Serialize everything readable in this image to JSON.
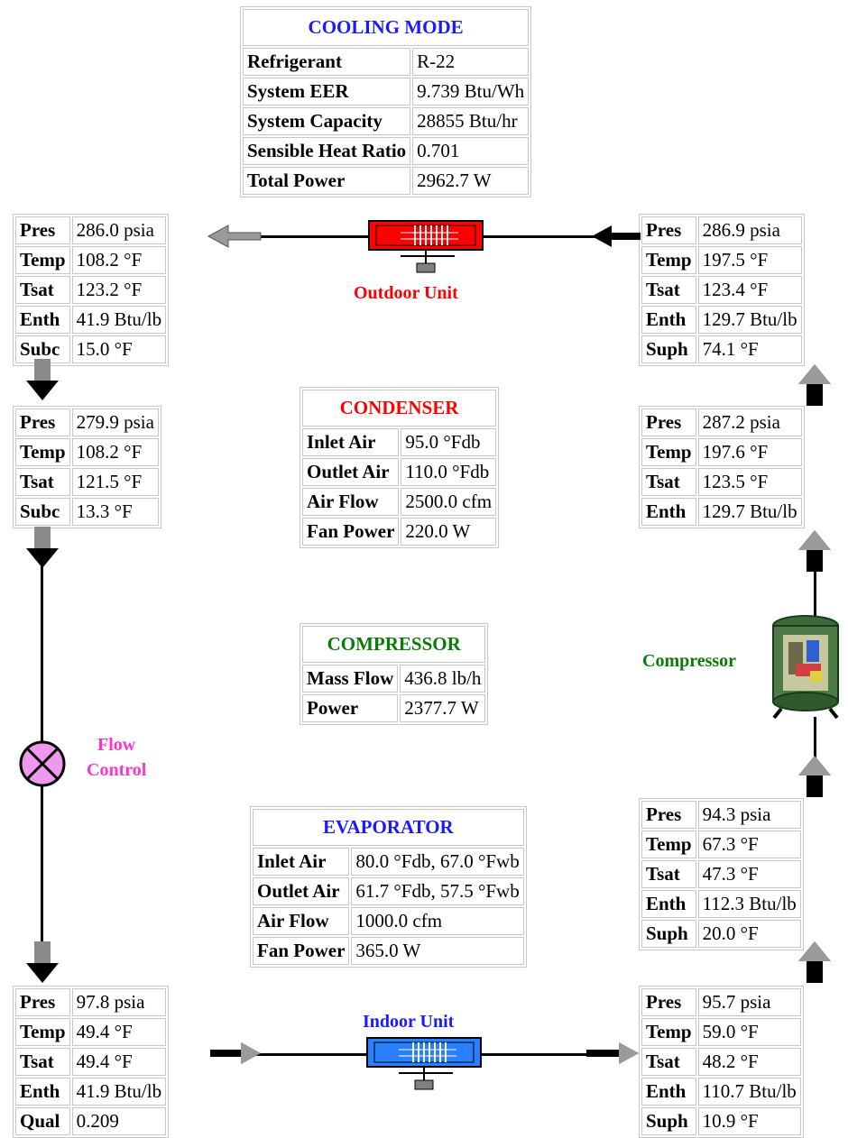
{
  "colors": {
    "cooling": "#1a1aff",
    "condenser": "#ff0000",
    "compressor": "#0a7a0a",
    "evaporator": "#1a1aff",
    "outdoor": "#ff0000",
    "indoor": "#1a1aff",
    "flow": "#ff33cc"
  },
  "summary": {
    "title": "COOLING MODE",
    "rows": [
      {
        "k": "Refrigerant",
        "v": "R-22"
      },
      {
        "k": "System EER",
        "v": "9.739 Btu/Wh"
      },
      {
        "k": "System Capacity",
        "v": "28855 Btu/hr"
      },
      {
        "k": "Sensible Heat Ratio",
        "v": "0.701"
      },
      {
        "k": "Total Power",
        "v": "2962.7 W"
      }
    ]
  },
  "condenser": {
    "title": "CONDENSER",
    "rows": [
      {
        "k": "Inlet Air",
        "v": "95.0 °Fdb"
      },
      {
        "k": "Outlet Air",
        "v": "110.0 °Fdb"
      },
      {
        "k": "Air Flow",
        "v": "2500.0 cfm"
      },
      {
        "k": "Fan Power",
        "v": "220.0 W"
      }
    ]
  },
  "compressor": {
    "title": "COMPRESSOR",
    "rows": [
      {
        "k": "Mass Flow",
        "v": "436.8 lb/h"
      },
      {
        "k": "Power",
        "v": "2377.7 W"
      }
    ]
  },
  "evaporator": {
    "title": "EVAPORATOR",
    "rows": [
      {
        "k": "Inlet Air",
        "v": "80.0 °Fdb, 67.0 °Fwb"
      },
      {
        "k": "Outlet Air",
        "v": "61.7 °Fdb, 57.5 °Fwb"
      },
      {
        "k": "Air Flow",
        "v": "1000.0 cfm"
      },
      {
        "k": "Fan Power",
        "v": "365.0 W"
      }
    ]
  },
  "states": {
    "cond_out": [
      {
        "k": "Pres",
        "v": "286.0 psia"
      },
      {
        "k": "Temp",
        "v": "108.2 °F"
      },
      {
        "k": "Tsat",
        "v": "123.2 °F"
      },
      {
        "k": "Enth",
        "v": "41.9 Btu/lb"
      },
      {
        "k": "Subc",
        "v": "15.0 °F"
      }
    ],
    "liquid_line": [
      {
        "k": "Pres",
        "v": "279.9 psia"
      },
      {
        "k": "Temp",
        "v": "108.2 °F"
      },
      {
        "k": "Tsat",
        "v": "121.5 °F"
      },
      {
        "k": "Subc",
        "v": "13.3 °F"
      }
    ],
    "evap_in": [
      {
        "k": "Pres",
        "v": "97.8 psia"
      },
      {
        "k": "Temp",
        "v": "49.4 °F"
      },
      {
        "k": "Tsat",
        "v": "49.4 °F"
      },
      {
        "k": "Enth",
        "v": "41.9 Btu/lb"
      },
      {
        "k": "Qual",
        "v": "0.209"
      }
    ],
    "cond_in": [
      {
        "k": "Pres",
        "v": "286.9 psia"
      },
      {
        "k": "Temp",
        "v": "197.5 °F"
      },
      {
        "k": "Tsat",
        "v": "123.4 °F"
      },
      {
        "k": "Enth",
        "v": "129.7 Btu/lb"
      },
      {
        "k": "Suph",
        "v": "74.1 °F"
      }
    ],
    "disch_line": [
      {
        "k": "Pres",
        "v": "287.2 psia"
      },
      {
        "k": "Temp",
        "v": "197.6 °F"
      },
      {
        "k": "Tsat",
        "v": "123.5 °F"
      },
      {
        "k": "Enth",
        "v": "129.7 Btu/lb"
      }
    ],
    "suction": [
      {
        "k": "Pres",
        "v": "94.3 psia"
      },
      {
        "k": "Temp",
        "v": "67.3 °F"
      },
      {
        "k": "Tsat",
        "v": "47.3 °F"
      },
      {
        "k": "Enth",
        "v": "112.3 Btu/lb"
      },
      {
        "k": "Suph",
        "v": "20.0 °F"
      }
    ],
    "evap_out": [
      {
        "k": "Pres",
        "v": "95.7 psia"
      },
      {
        "k": "Temp",
        "v": "59.0 °F"
      },
      {
        "k": "Tsat",
        "v": "48.2 °F"
      },
      {
        "k": "Enth",
        "v": "110.7 Btu/lb"
      },
      {
        "k": "Suph",
        "v": "10.9 °F"
      }
    ]
  },
  "labels": {
    "outdoor": "Outdoor Unit",
    "indoor": "Indoor Unit",
    "compressor": "Compressor",
    "flow1": "Flow",
    "flow2": "Control"
  },
  "icons": {
    "outdoor": "outdoor-coil-icon",
    "indoor": "indoor-coil-icon",
    "compressor": "compressor-icon",
    "flow": "expansion-valve-icon",
    "arrow": "flow-arrow-icon"
  }
}
